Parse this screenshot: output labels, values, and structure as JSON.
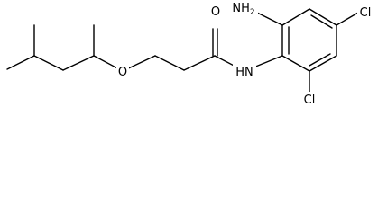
{
  "molecule": {
    "atoms": {
      "amino": "NH2",
      "chloro_top": "Cl",
      "chloro_bottom": "Cl",
      "ether_oxygen": "O",
      "carbonyl_oxygen": "O",
      "amide_nitrogen": "HN"
    }
  },
  "colors": {
    "bond": "#000000",
    "background": "#ffffff"
  }
}
